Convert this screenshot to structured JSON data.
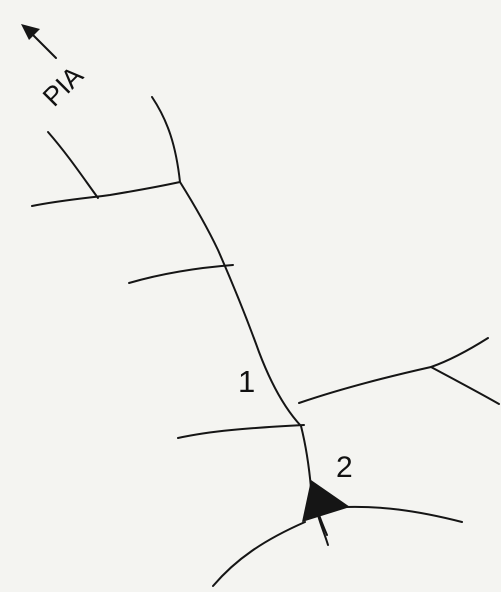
{
  "diagram": {
    "orientation_label": "PIA",
    "marker_1": "1",
    "marker_2": "2",
    "ink_color": "#151515",
    "background_color": "#f4f4f1"
  }
}
